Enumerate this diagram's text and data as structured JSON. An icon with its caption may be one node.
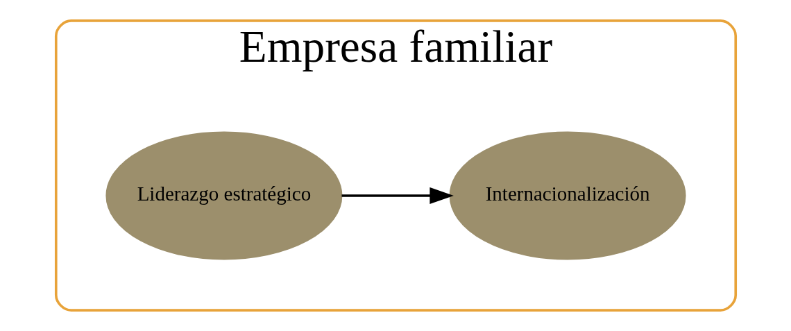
{
  "diagram": {
    "nodes": [
      {
        "text": [
          "Empresa familiar"
        ]
      },
      {
        "text": [
          "Liderazgo estratégico"
        ],
        "in": 0
      },
      {
        "text": [
          "Internacionalización"
        ],
        "in": 0
      }
    ],
    "edges": [
      {
        "from": 1,
        "to": 2,
        "arrow": "to"
      }
    ]
  }
}
